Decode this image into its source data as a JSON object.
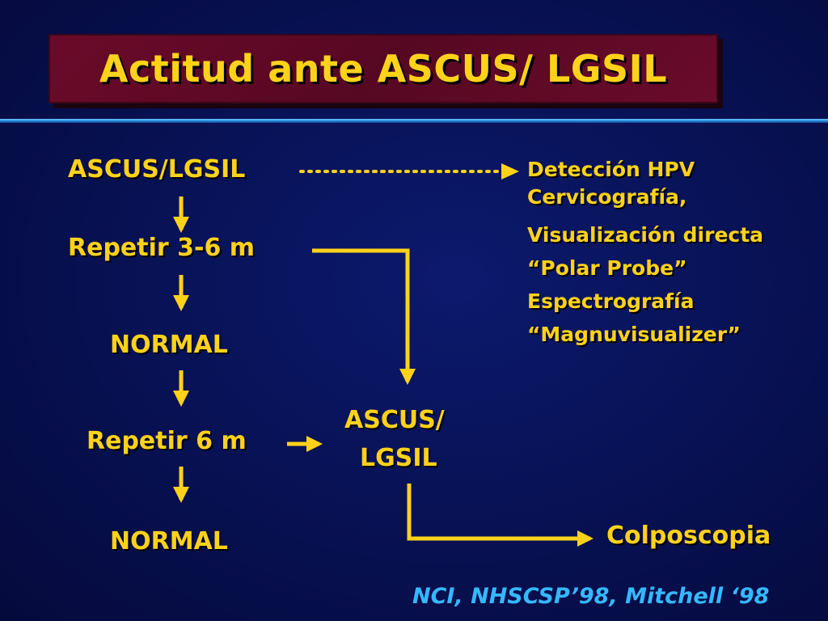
{
  "slide": {
    "title": "Actitud ante ASCUS/ LGSIL",
    "citation": "NCI, NHSCSP’98, Mitchell ‘98",
    "colors": {
      "background": "#081256",
      "title_box": "#5e0925",
      "text": "#ffd21a",
      "citation": "#35b8ff",
      "rule": "#2a8fe0"
    }
  },
  "diagram": {
    "nodes": {
      "start": "ASCUS/LGSIL",
      "repeat_1": "Repetir 3-6 m",
      "normal_1": "NORMAL",
      "repeat_2": "Repetir 6 m",
      "normal_2": "NORMAL",
      "ascus_line1": "ASCUS/",
      "ascus_line2": "LGSIL",
      "colposcopy": "Colposcopia"
    },
    "alternatives": [
      "Detección HPV",
      "Cervicografía,",
      "Visualización directa",
      "“Polar Probe”",
      "Espectrografía",
      "“Magnuvisualizer”"
    ]
  }
}
